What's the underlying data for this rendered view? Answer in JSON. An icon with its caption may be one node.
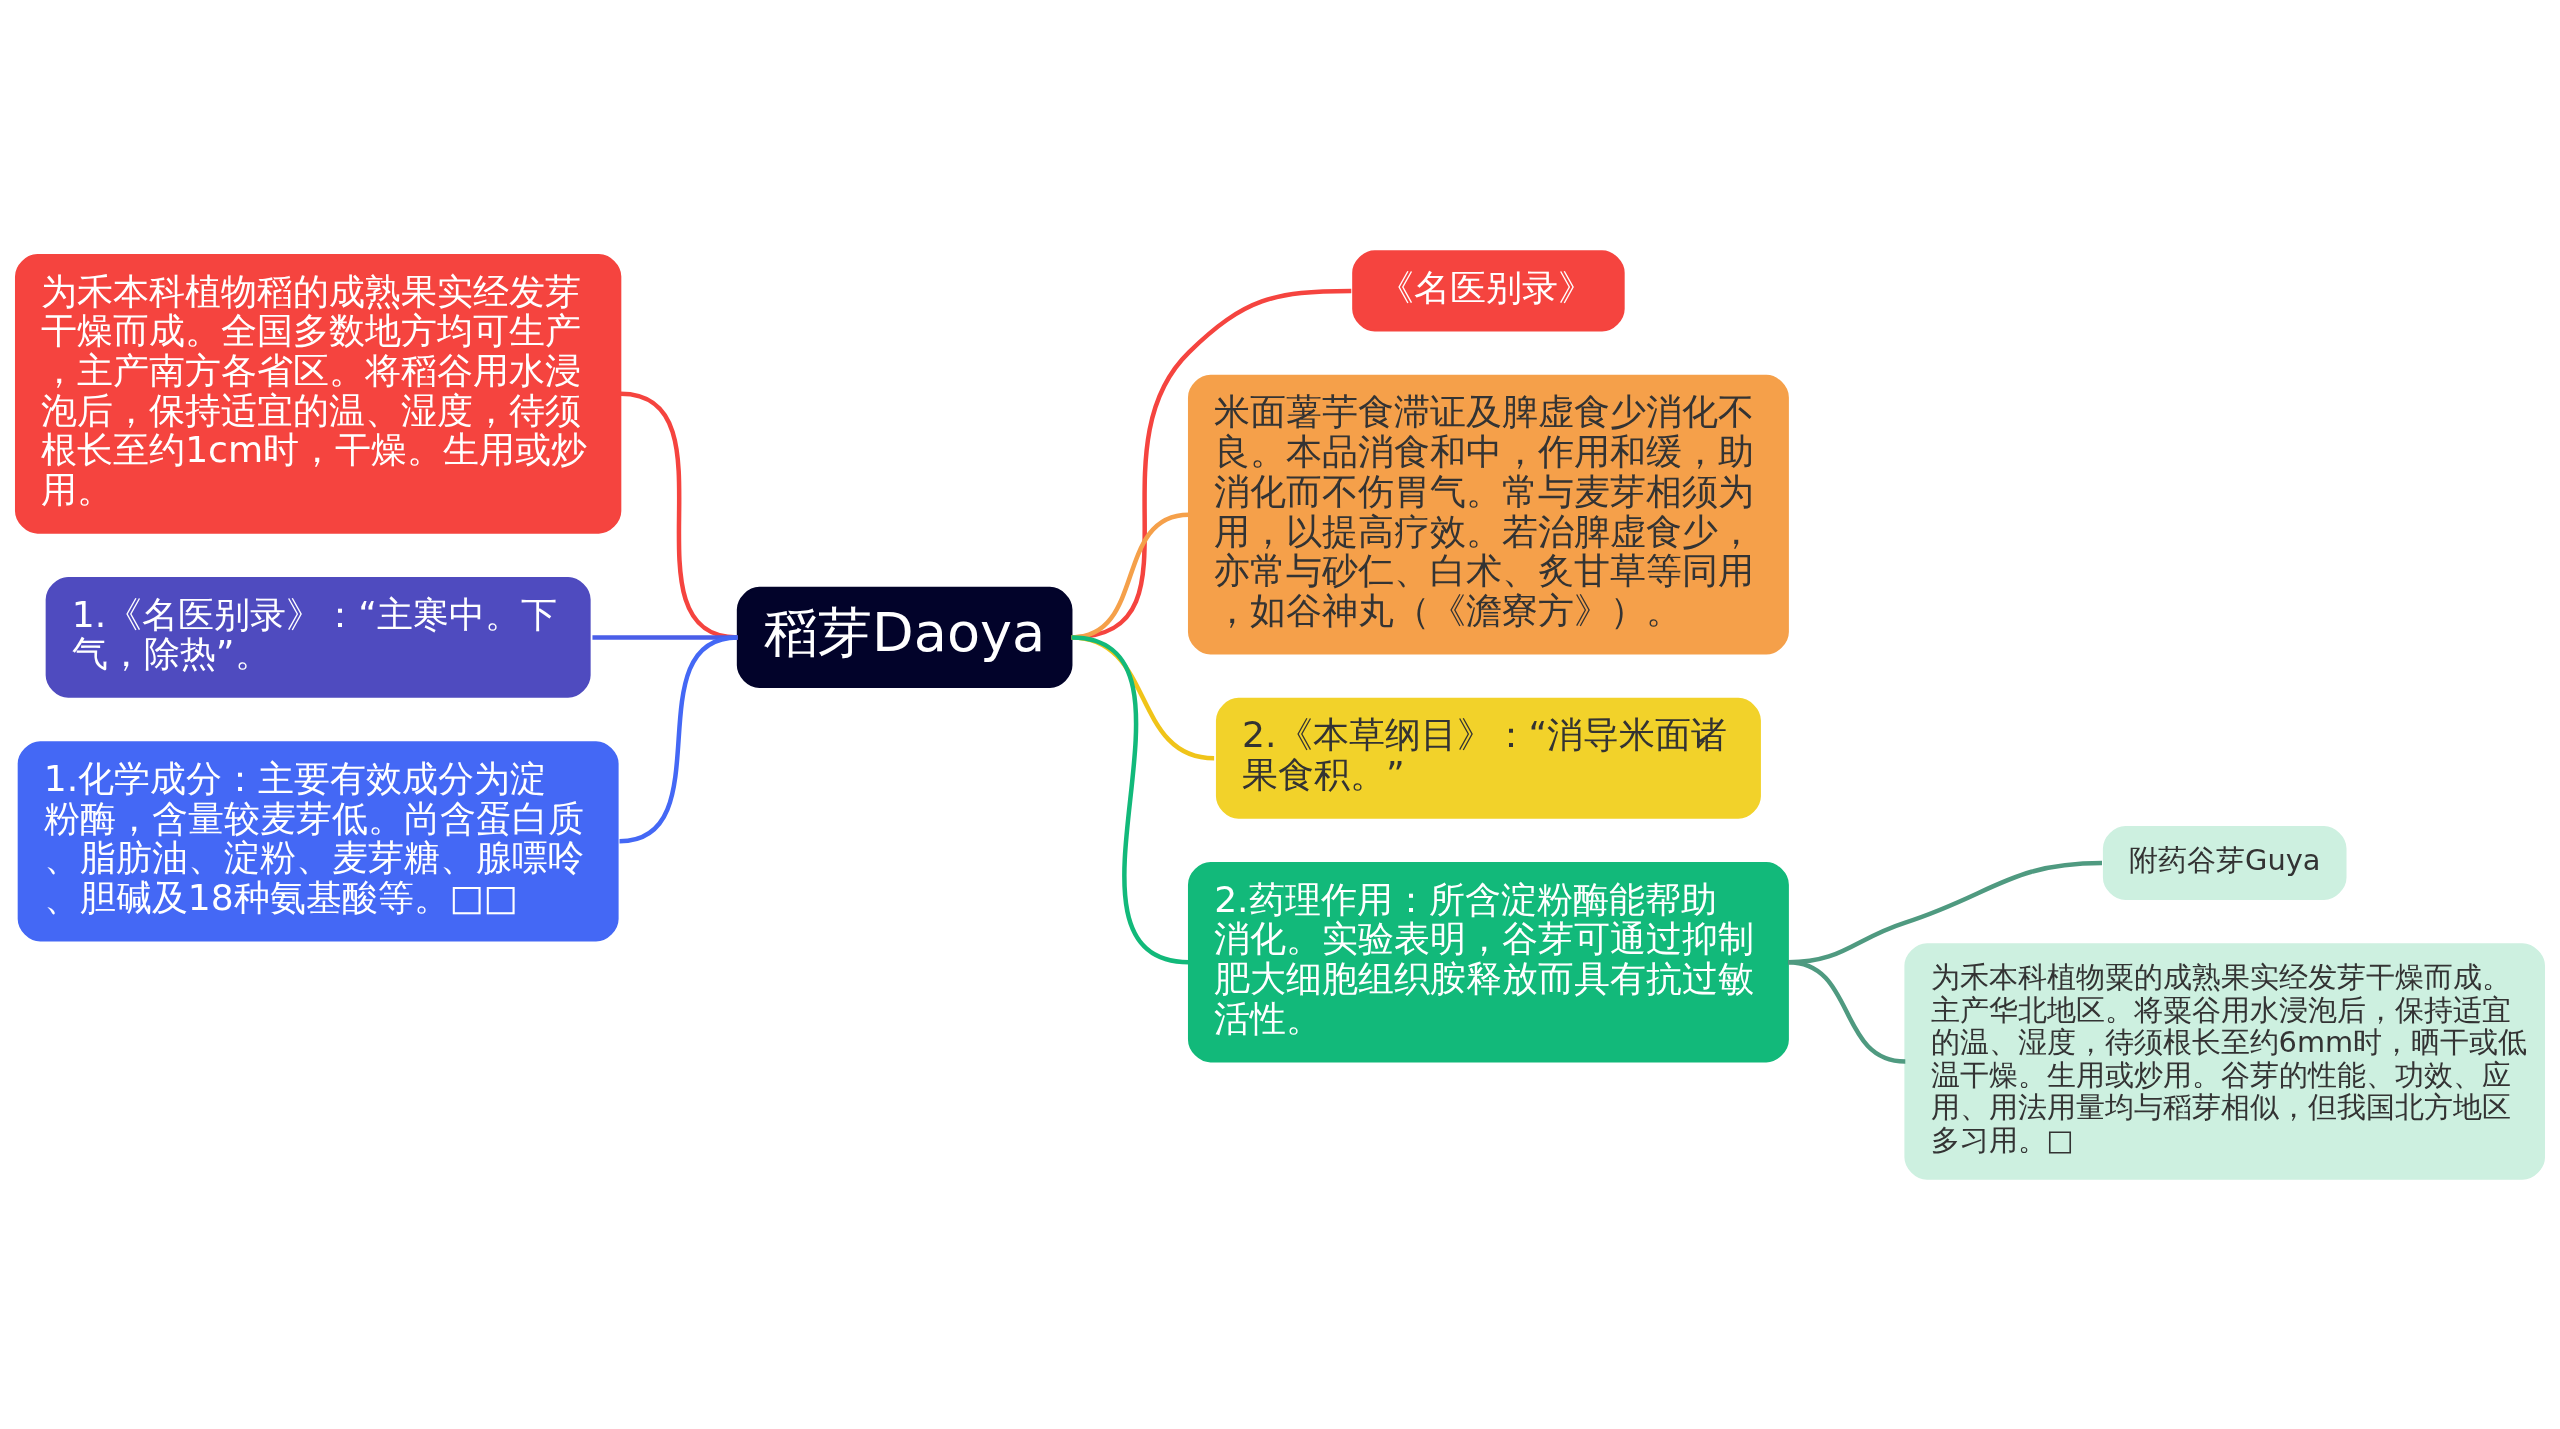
{
  "diagram": {
    "nodes": [
      {
        "text": [
          "稻芽Daoya"
        ]
      },
      {
        "text": [
          "为禾本科植物稻的成熟果实经发芽干燥而成。全国多数地方均可生产，主产南方各省区。将稻谷用水浸泡后，保持适宜的温、湿度，待须根长至约1cm时，干燥。生用或炒用。"
        ]
      },
      {
        "text": [
          "1.《名医别录》：“主寒中。下气，除热”。"
        ]
      },
      {
        "text": [
          "1.化学成分：主要有效成分为淀粉酶，含量较麦芽低。尚含蛋白质、脂肪油、淀粉、麦芽糖、腺嘌呤、胆碱及18种氨基酸等。□□"
        ]
      },
      {
        "text": [
          "《名医别录》"
        ]
      },
      {
        "text": [
          "米面薯芋食滞证及脾虚食少消化不良。本品消食和中，作用和缓，助消化而不伤胃气。常与麦芽相须为用，以提高疗效。若治脾虚食少，亦常与砂仁、白术、炙甘草等同用，如谷神丸（《澹寮方》）。"
        ]
      },
      {
        "text": [
          "2.《本草纲目》：“消导米面诸果食积。”"
        ]
      },
      {
        "text": [
          "2.药理作用：所含淀粉酶能帮助消化。实验表明，谷芽可通过抑制肥大细胞组织胺释放而具有抗过敏活性。"
        ]
      },
      {
        "text": [
          "附药谷芽Guya"
        ]
      },
      {
        "text": [
          "为禾本科植物粟的成熟果实经发芽干燥而成。主产华北地区。将粟谷用水浸泡后，保持适宜的温、湿度，待须根长至约6mm时，晒干或低温干燥。生用或炒用。谷芽的性能、功效、应用、用法用量均与稻芽相似，但我国北方地区多习用。□"
        ]
      }
    ],
    "edges": [
      {
        "from": 1,
        "to": 0,
        "arrow": "none",
        "color": "#f5443f"
      },
      {
        "from": 2,
        "to": 0,
        "arrow": "none",
        "color": "#4a5ee8"
      },
      {
        "from": 3,
        "to": 0,
        "arrow": "none",
        "color": "#4468f5"
      },
      {
        "from": 0,
        "to": 4,
        "arrow": "none",
        "color": "#f5443f"
      },
      {
        "from": 0,
        "to": 5,
        "arrow": "none",
        "color": "#f5a04a"
      },
      {
        "from": 0,
        "to": 6,
        "arrow": "none",
        "color": "#f0c419"
      },
      {
        "from": 0,
        "to": 7,
        "arrow": "none",
        "color": "#12b97a"
      },
      {
        "from": 7,
        "to": 8,
        "arrow": "none",
        "color": "#4f9a80"
      },
      {
        "from": 7,
        "to": 9,
        "arrow": "none",
        "color": "#4f9a80"
      }
    ]
  }
}
